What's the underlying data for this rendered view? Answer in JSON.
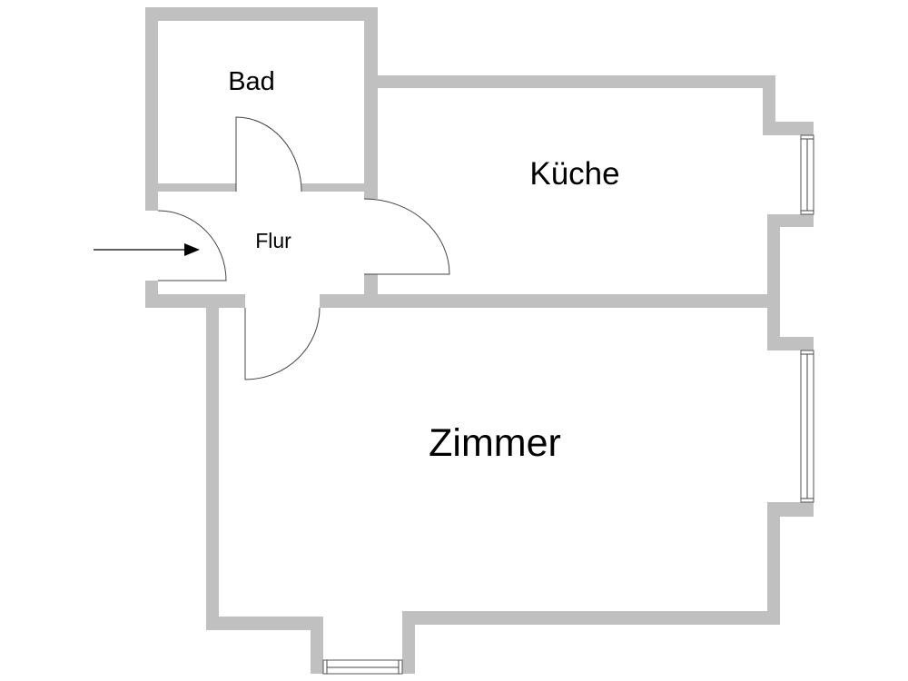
{
  "plan": {
    "rooms": {
      "bad": "Bad",
      "kueche": "Küche",
      "flur": "Flur",
      "zimmer": "Zimmer"
    },
    "colors": {
      "wall": "#c0c0c0",
      "line": "#444444",
      "background": "#ffffff"
    },
    "entrance_icon": "arrow-right-icon"
  }
}
